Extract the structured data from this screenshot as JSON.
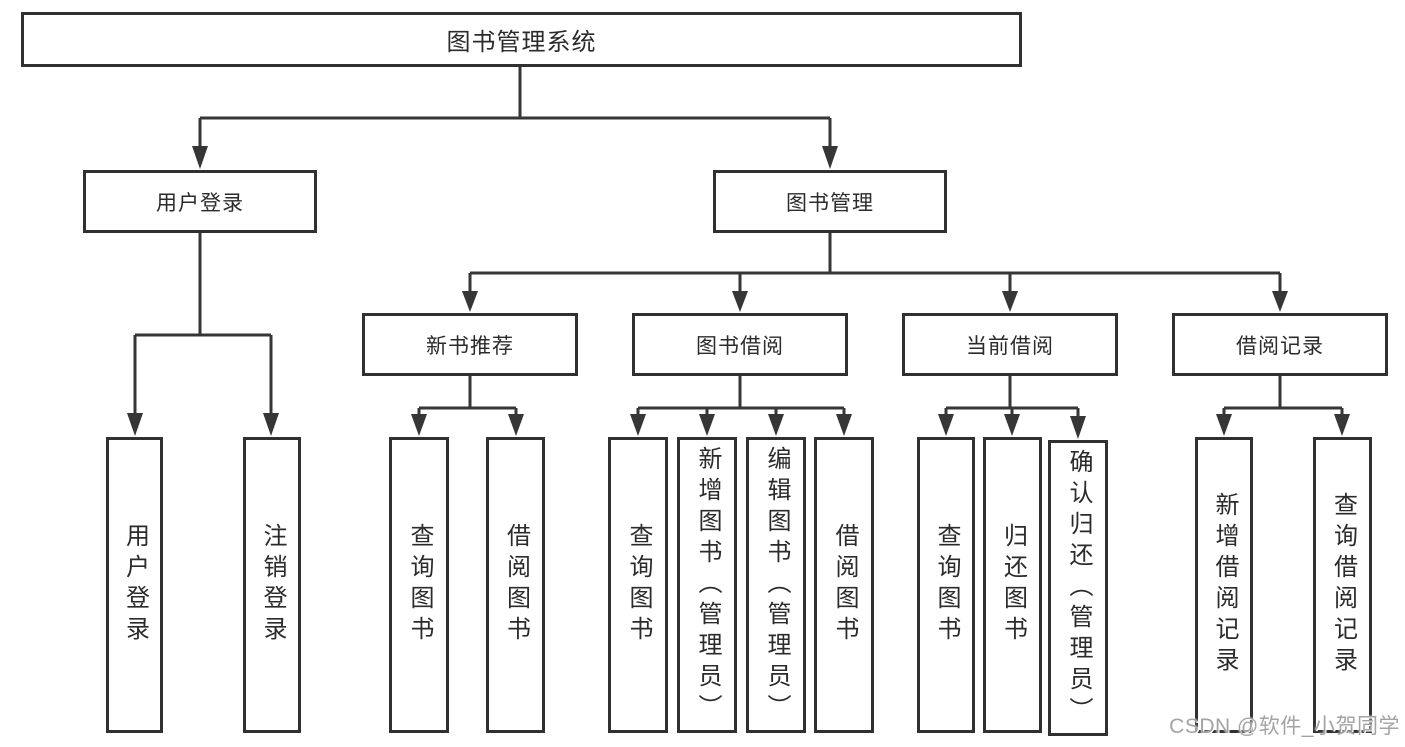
{
  "diagram": {
    "title": "图书管理系统",
    "level2": {
      "user_login": "用户登录",
      "book_mgmt": "图书管理"
    },
    "level3": {
      "new_books": "新书推荐",
      "book_borrow": "图书借阅",
      "current_borrow": "当前借阅",
      "borrow_records": "借阅记录"
    },
    "leaves": {
      "user_login_leaf": "用户登录",
      "user_logout": "注销登录",
      "new_query_books": "查询图书",
      "new_borrow_books": "借阅图书",
      "bb_query_books": "查询图书",
      "bb_add_books": "新增图书（管理员）",
      "bb_edit_books": "编辑图书（管理员）",
      "bb_borrow_books": "借阅图书",
      "cb_query_books": "查询图书",
      "cb_return_books": "归还图书",
      "cb_confirm_return": "确认归还（管理员）",
      "rec_add_record": "新增借阅记录",
      "rec_query_record": "查询借阅记录"
    }
  },
  "watermark": "CSDN @软件_小贺同学"
}
